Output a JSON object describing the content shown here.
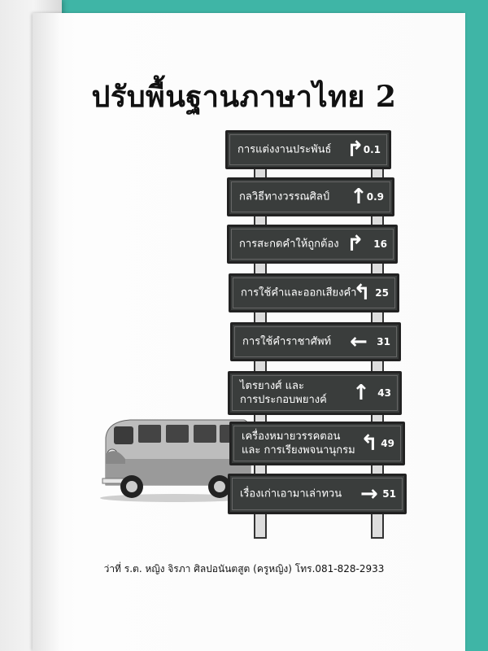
{
  "title": "ปรับพื้นฐานภาษาไทย 2",
  "signs": [
    {
      "label": "การแต่งงานประพันธ์",
      "label2": "",
      "arrow": "↱",
      "page": "0.1"
    },
    {
      "label": "กลวิธีทางวรรณศิลป์",
      "label2": "",
      "arrow": "↑",
      "page": "0.9"
    },
    {
      "label": "การสะกดคำให้ถูกต้อง",
      "label2": "",
      "arrow": "↱",
      "page": "16"
    },
    {
      "label": "การใช้คำและออกเสียงคำ",
      "label2": "",
      "arrow": "↰",
      "page": "25"
    },
    {
      "label": "การใช้คำราชาศัพท์",
      "label2": "",
      "arrow": "←",
      "page": "31"
    },
    {
      "label": "ไตรยางศ์ และ",
      "label2": "การประกอบพยางค์",
      "arrow": "↑",
      "page": "43"
    },
    {
      "label": "เครื่องหมายวรรคตอน",
      "label2": "และ การเรียงพจนานุกรม",
      "arrow": "↰",
      "page": "49"
    },
    {
      "label": "เรื่องเก่าเอามาเล่าทวน",
      "label2": "",
      "arrow": "→",
      "page": "51"
    }
  ],
  "footer": "ว่าที่ ร.ต. หญิง จิรภา ศิลปอนันตสูต (ครูหญิง) โทร.081-828-2933"
}
